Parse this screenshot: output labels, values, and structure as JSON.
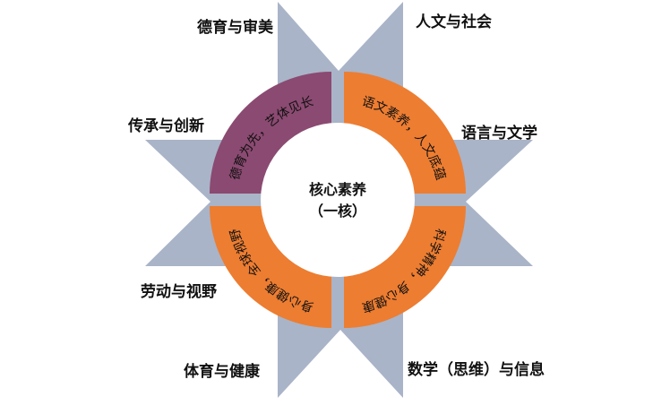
{
  "colors": {
    "star": "#a9b4c8",
    "purple": "#8b4a71",
    "orange": "#ed7d31",
    "center": "#ffffff"
  },
  "center": {
    "line1": "核心素养",
    "line2": "（一核）"
  },
  "quadrants": [
    {
      "text": "德育为先，艺体见长",
      "color": "purple"
    },
    {
      "text": "语文素养，人文底蕴",
      "color": "orange"
    },
    {
      "text": "科学精神，身心健康",
      "color": "orange"
    },
    {
      "text": "身心健康，全球视野",
      "color": "orange"
    }
  ],
  "labels": {
    "moral_aesthetic": "德育与审美",
    "humanities_society": "人文与社会",
    "heritage_innovation": "传承与创新",
    "language_literature": "语言与文学",
    "labor_vision": "劳动与视野",
    "pe_health": "体育与健康",
    "math_info": "数学（思维）与信息"
  }
}
